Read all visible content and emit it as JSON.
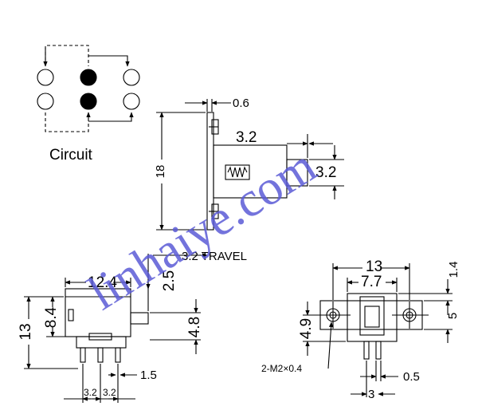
{
  "circuit": {
    "label": "Circuit"
  },
  "side_view": {
    "dim_thickness": "0.6",
    "dim_plunger": "3.2",
    "dim_plunger_height": "3.2",
    "dim_height": "18",
    "travel": "3.2 TRAVEL"
  },
  "front_view": {
    "dim_width": "12.4",
    "dim_top": "2.5",
    "dim_height": "13",
    "dim_inner": "8.4",
    "dim_stem": "4.8",
    "dim_pin": "1.5",
    "dim_pitch_a": "3.2",
    "dim_pitch_b": "3.2"
  },
  "end_view": {
    "dim_width": "13",
    "dim_inner": "7.7",
    "dim_top": "1.4",
    "dim_side": "5",
    "dim_hole": "4.9",
    "screw": "2-M2×0.4",
    "dim_pin": "0.5",
    "dim_pitch": "3"
  },
  "watermark": "linhaiye.com",
  "colors": {
    "line": "#000000",
    "watermark": "#5b5bd6"
  }
}
